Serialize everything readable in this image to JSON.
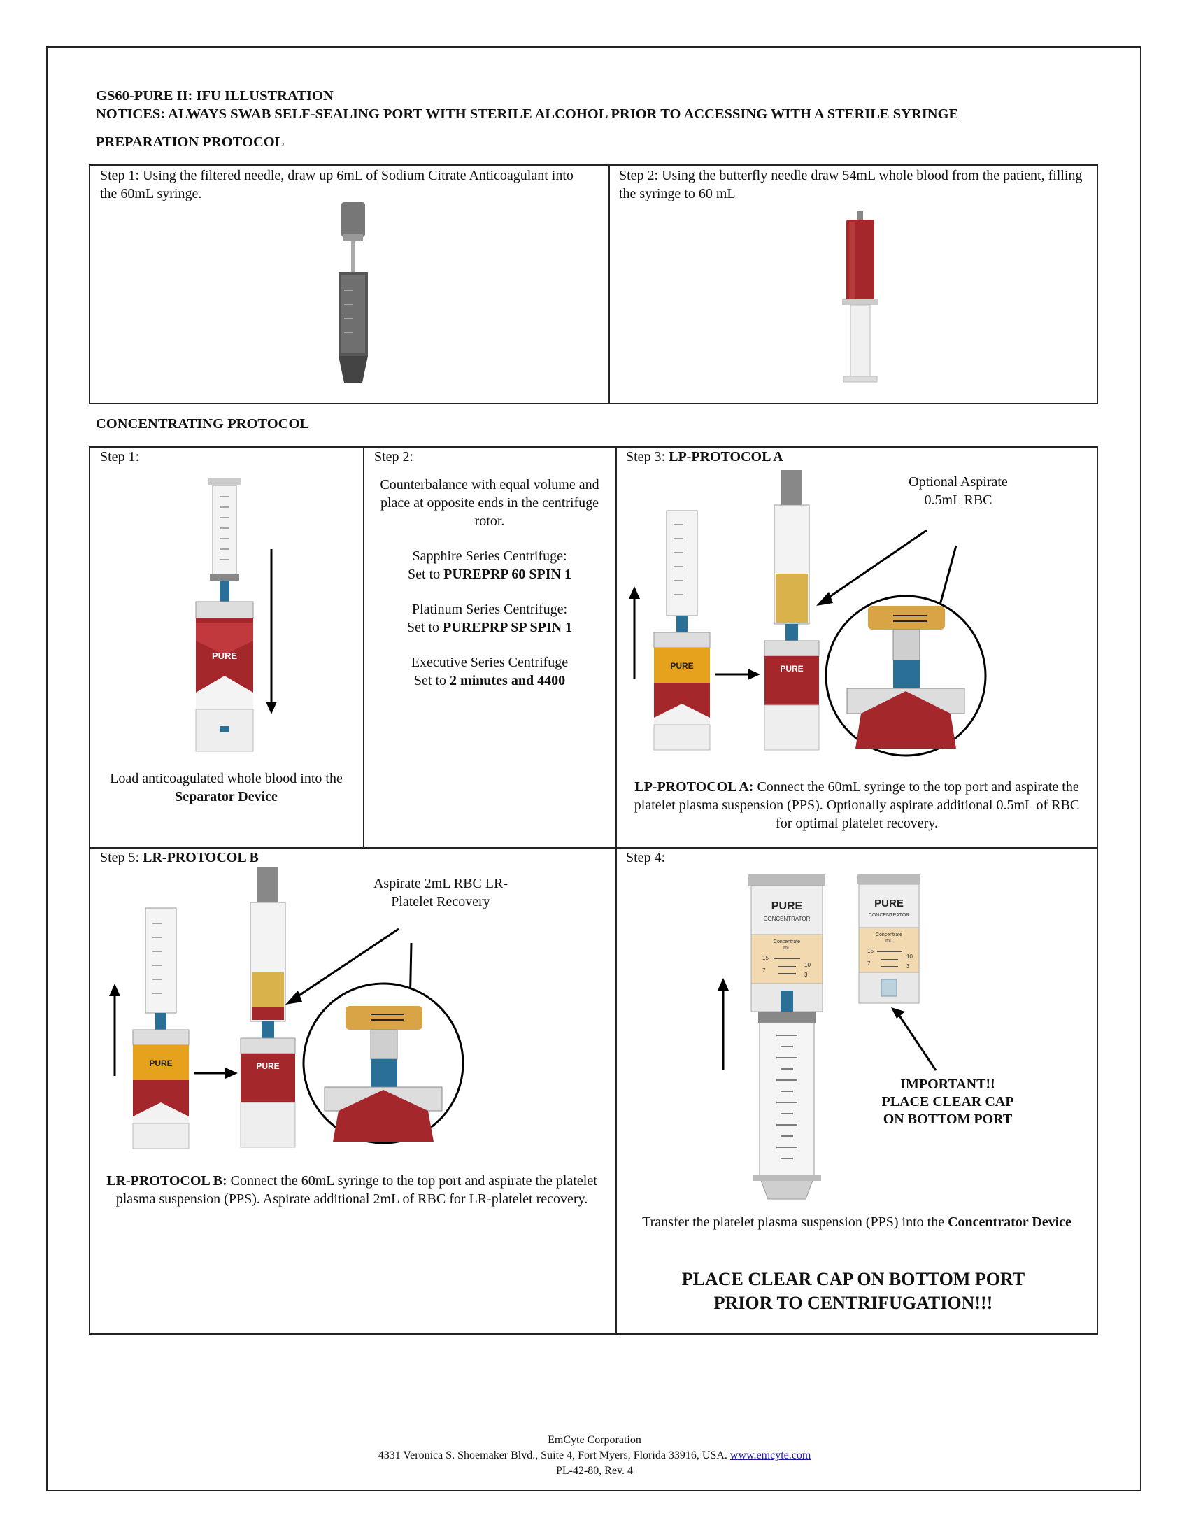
{
  "header": {
    "title": "GS60-PURE II: IFU ILLUSTRATION",
    "notice": "NOTICES: ALWAYS SWAB SELF-SEALING PORT WITH STERILE ALCOHOL PRIOR TO ACCESSING WITH A STERILE SYRINGE"
  },
  "preparation": {
    "heading": "PREPARATION PROTOCOL",
    "step1": "Step 1: Using the filtered needle, draw up 6mL of Sodium Citrate Anticoagulant into the 60mL syringe.",
    "step2": "Step 2: Using the butterfly needle draw 54mL whole blood from the patient, filling the syringe to 60 mL"
  },
  "concentrating": {
    "heading": "CONCENTRATING PROTOCOL",
    "step1": {
      "label": "Step 1:",
      "caption_a": "Load anticoagulated whole blood into the ",
      "caption_b": "Separator Device"
    },
    "step2": {
      "label": "Step 2:",
      "counterbalance": "Counterbalance with equal volume and place at opposite ends in the centrifuge rotor.",
      "sapphire_name": "Sapphire Series Centrifuge:",
      "sapphire_pre": "Set to ",
      "sapphire_val": "PUREPRP 60 SPIN 1",
      "platinum_name": "Platinum Series Centrifuge:",
      "platinum_pre": "Set to ",
      "platinum_val": "PUREPRP SP SPIN 1",
      "executive_name": "Executive Series Centrifuge",
      "executive_pre": "Set to ",
      "executive_val": "2 minutes and 4400"
    },
    "step3": {
      "label_a": "Step 3: ",
      "label_b": "LP-PROTOCOL A",
      "callout": "Optional Aspirate 0.5mL RBC",
      "caption_bold": "LP-PROTOCOL A:",
      "caption_rest": " Connect the 60mL syringe to the top port and aspirate the platelet plasma suspension (PPS). Optionally aspirate additional 0.5mL of RBC for optimal platelet recovery."
    },
    "step4": {
      "label": "Step 4:",
      "important": "IMPORTANT!! PLACE CLEAR CAP ON BOTTOM PORT",
      "caption_a": "Transfer the platelet plasma suspension (PPS) into the ",
      "caption_b": "Concentrator Device",
      "warning": "PLACE CLEAR CAP ON BOTTOM PORT PRIOR TO CENTRIFUGATION!!!"
    },
    "step5": {
      "label_a": "Step 5: ",
      "label_b": "LR-PROTOCOL B",
      "callout": "Aspirate 2mL RBC LR-Platelet Recovery",
      "caption_bold": "LR-PROTOCOL B:",
      "caption_rest": " Connect the 60mL syringe to the top port and aspirate the platelet plasma suspension (PPS). Aspirate additional 2mL of RBC for LR-platelet recovery."
    }
  },
  "device": {
    "brand": "PURE",
    "concentrator_text": "CONCENTRATOR",
    "concentrate_text": "Concentrate",
    "unit_ml": "mL",
    "mark_15": "15",
    "mark_10": "10",
    "mark_7": "7",
    "mark_3": "3"
  },
  "footer": {
    "company": "EmCyte Corporation",
    "address": "4331 Veronica S. Shoemaker Blvd., Suite 4, Fort Myers, Florida 33916, USA.",
    "url": "www.emcyte.com",
    "doc_id": "PL-42-80, Rev. 4"
  },
  "colors": {
    "blood": "#a3272b",
    "plasma": "#d9b24c",
    "port": "#2a6f96",
    "amber": "#e6a21c"
  }
}
